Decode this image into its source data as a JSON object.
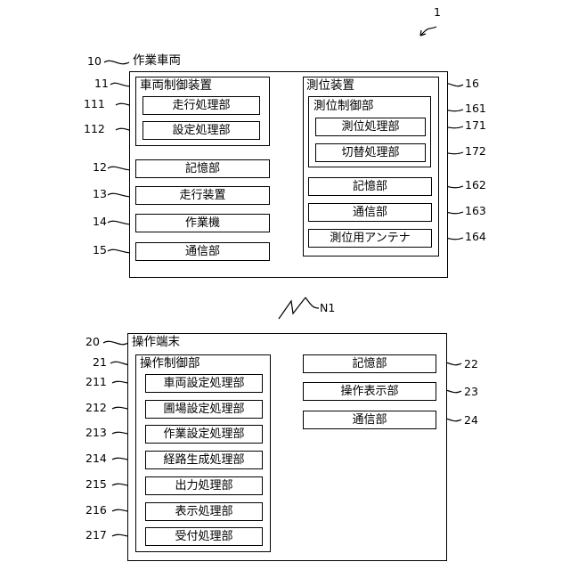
{
  "figure_ref": "1",
  "network_ref": "N1",
  "work_vehicle": {
    "ref": "10",
    "title": "作業車両",
    "control_device": {
      "ref": "11",
      "title": "車両制御装置",
      "items": [
        {
          "ref": "111",
          "label": "走行処理部"
        },
        {
          "ref": "112",
          "label": "設定処理部"
        }
      ]
    },
    "units": [
      {
        "ref": "12",
        "label": "記憶部"
      },
      {
        "ref": "13",
        "label": "走行装置"
      },
      {
        "ref": "14",
        "label": "作業機"
      },
      {
        "ref": "15",
        "label": "通信部"
      }
    ],
    "positioning_device": {
      "ref": "16",
      "title": "測位装置",
      "control": {
        "ref": "161",
        "title": "測位制御部",
        "items": [
          {
            "ref": "171",
            "label": "測位処理部"
          },
          {
            "ref": "172",
            "label": "切替処理部"
          }
        ]
      },
      "units": [
        {
          "ref": "162",
          "label": "記憶部"
        },
        {
          "ref": "163",
          "label": "通信部"
        },
        {
          "ref": "164",
          "label": "測位用アンテナ"
        }
      ]
    }
  },
  "operation_terminal": {
    "ref": "20",
    "title": "操作端末",
    "control": {
      "ref": "21",
      "title": "操作制御部",
      "items": [
        {
          "ref": "211",
          "label": "車両設定処理部"
        },
        {
          "ref": "212",
          "label": "圃場設定処理部"
        },
        {
          "ref": "213",
          "label": "作業設定処理部"
        },
        {
          "ref": "214",
          "label": "経路生成処理部"
        },
        {
          "ref": "215",
          "label": "出力処理部"
        },
        {
          "ref": "216",
          "label": "表示処理部"
        },
        {
          "ref": "217",
          "label": "受付処理部"
        }
      ]
    },
    "units": [
      {
        "ref": "22",
        "label": "記憶部"
      },
      {
        "ref": "23",
        "label": "操作表示部"
      },
      {
        "ref": "24",
        "label": "通信部"
      }
    ]
  }
}
